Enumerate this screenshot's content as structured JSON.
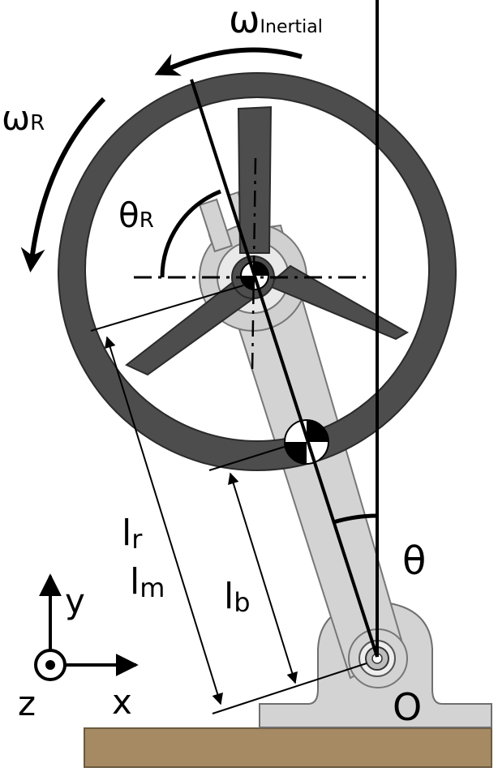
{
  "labels": {
    "omega_inertial": "ω",
    "omega_inertial_sub": "Inertial",
    "omega_r": "ω",
    "omega_r_sub": "R",
    "theta_r": "θ",
    "theta_r_sub": "R",
    "theta": "θ",
    "l_r": "l",
    "l_r_sub": "r",
    "l_m": "l",
    "l_m_sub": "m",
    "l_b": "l",
    "l_b_sub": "b",
    "axis_y": "y",
    "axis_x": "x",
    "axis_z": "z",
    "origin": "O"
  },
  "colors": {
    "wheel": "#4d4d4d",
    "wheel_edge": "#2a2a2a",
    "body": "#d3d3d3",
    "body_edge": "#777777",
    "base": "#a58a63",
    "base_edge": "#6b5a40",
    "line": "#000000"
  }
}
